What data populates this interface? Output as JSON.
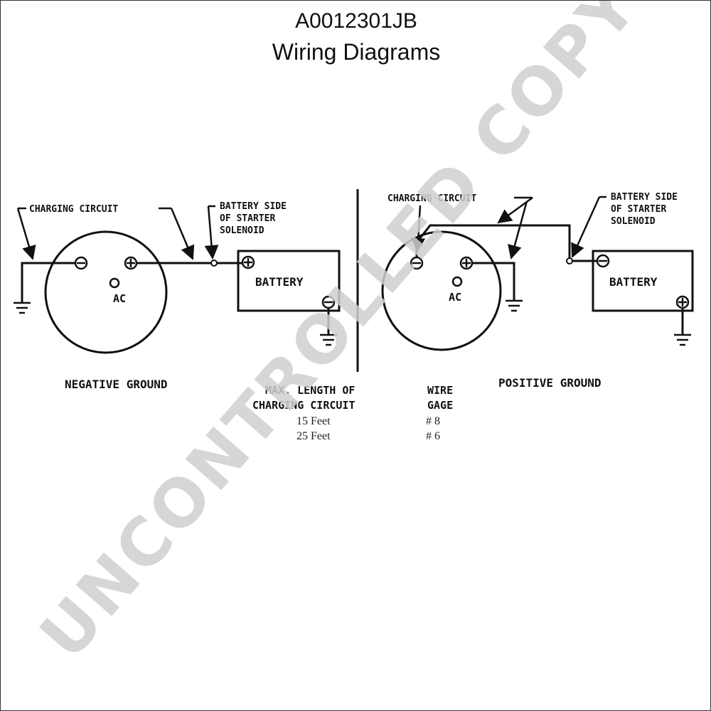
{
  "header": {
    "code": "A0012301JB",
    "title": "Wiring Diagrams"
  },
  "negative_ground": {
    "caption": "NEGATIVE GROUND",
    "circuit_label": "CHARGING CIRCUIT",
    "solenoid_label": [
      "BATTERY SIDE",
      "OF STARTER",
      "SOLENOID"
    ],
    "ac_label": "AC",
    "battery_label": "BATTERY"
  },
  "positive_ground": {
    "caption": "POSITIVE GROUND",
    "circuit_label": "CHARGING CIRCUIT",
    "solenoid_label": [
      "BATTERY SIDE",
      "OF STARTER",
      "SOLENOID"
    ],
    "ac_label": "AC",
    "battery_label": "BATTERY"
  },
  "wire_table": {
    "headers": [
      [
        "MAX. LENGTH OF",
        "CHARGING CIRCUIT"
      ],
      [
        "WIRE",
        "GAGE"
      ]
    ],
    "rows": [
      [
        "15 Feet",
        "# 8"
      ],
      [
        "25 Feet",
        "# 6"
      ]
    ]
  },
  "watermark": "UNCONTROLLED COPY"
}
